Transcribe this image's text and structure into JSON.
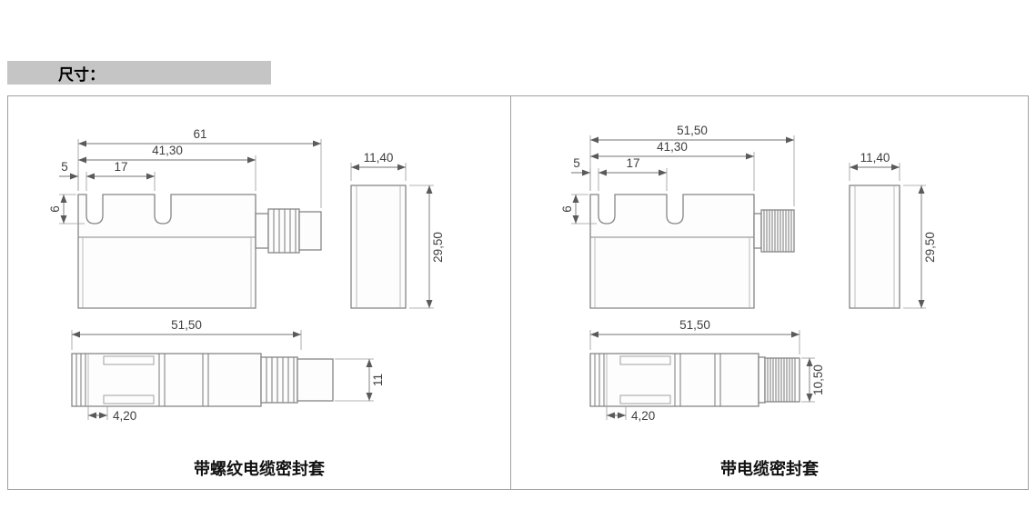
{
  "header": {
    "label": "尺寸："
  },
  "panels": [
    {
      "caption": "带螺纹电缆密封套",
      "dims": {
        "overall": "61",
        "body_len": "41,30",
        "pitch": "17",
        "tab": "5",
        "notch_depth": "6",
        "cap_width": "11,40",
        "cap_height": "29,50",
        "bottom_len": "51,50",
        "bottom_offset": "4,20",
        "tip_dia": "11"
      }
    },
    {
      "caption": "带电缆密封套",
      "dims": {
        "overall": "51,50",
        "body_len": "41,30",
        "pitch": "17",
        "tab": "5",
        "notch_depth": "6",
        "cap_width": "11,40",
        "cap_height": "29,50",
        "bottom_len": "51,50",
        "bottom_offset": "4,20",
        "tip_dia": "10,50"
      }
    }
  ]
}
